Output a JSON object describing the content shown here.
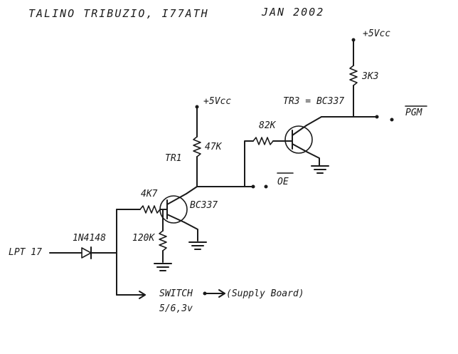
{
  "header": {
    "title": "TALINO TRIBUZIO, I77ATH",
    "date": "JAN 2002"
  },
  "labels": {
    "vcc_top": "+5Vcc",
    "vcc_mid": "+5Vcc",
    "r_3k3": "3K3",
    "tr3": "TR3 = BC337",
    "pgm": "PGM",
    "r_82k": "82K",
    "tr1": "TR1",
    "r_47k": "47K",
    "oe": "OE",
    "r_4k7": "4K7",
    "bc337": "BC337",
    "r_120k": "120K",
    "lpt": "LPT 17",
    "diode": "1N4148",
    "switch": "SWITCH",
    "switch_v": "5/6,3v",
    "supply": "(Supply Board)"
  }
}
